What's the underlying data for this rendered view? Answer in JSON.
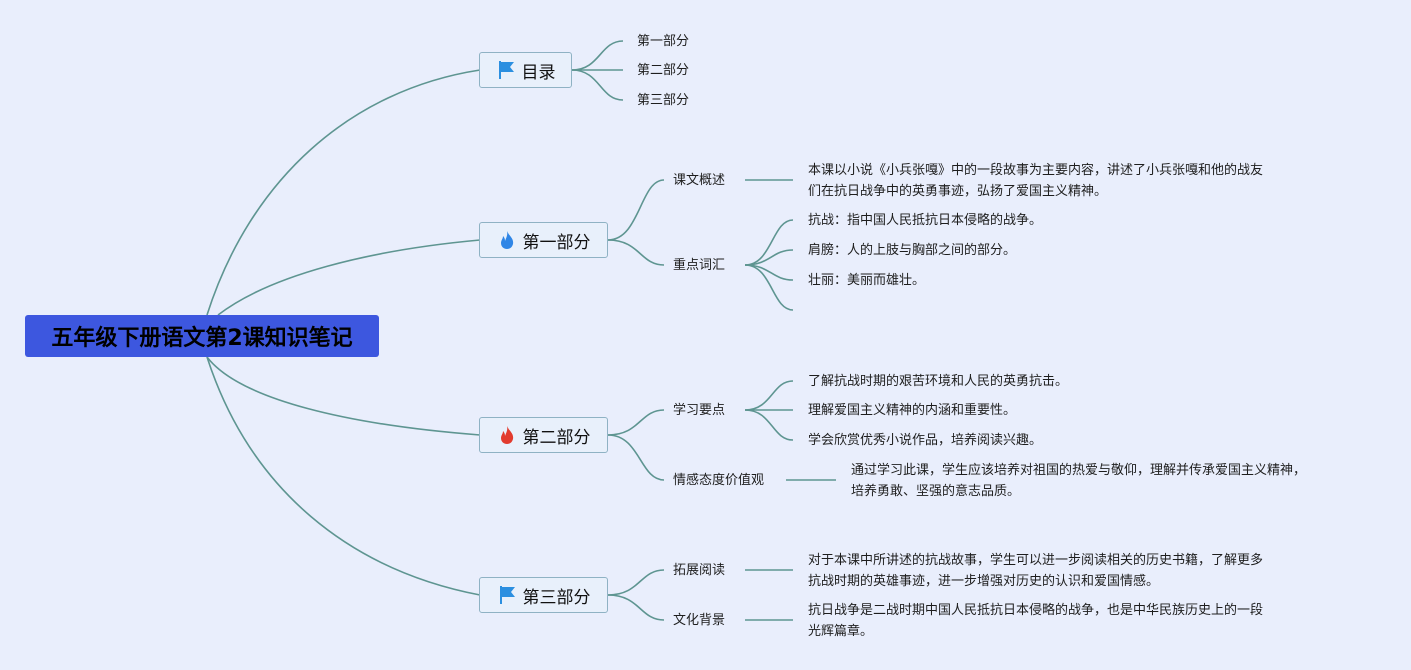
{
  "root": {
    "title": "五年级下册语文第2课知识笔记"
  },
  "mulu": {
    "label": "目录",
    "icon": "blue-flag-icon",
    "items": [
      "第一部分",
      "第二部分",
      "第三部分"
    ]
  },
  "part1": {
    "label": "第一部分",
    "icon": "blue-fire-icon",
    "overview": {
      "label": "课文概述",
      "lines": [
        "本课以小说《小兵张嘎》中的一段故事为主要内容，讲述了小兵张嘎和他的战友",
        "们在抗日战争中的英勇事迹，弘扬了爱国主义精神。"
      ]
    },
    "vocab": {
      "label": "重点词汇",
      "items": [
        "抗战：指中国人民抵抗日本侵略的战争。",
        "肩膀：人的上肢与胸部之间的部分。",
        "壮丽：美丽而雄壮。"
      ]
    }
  },
  "part2": {
    "label": "第二部分",
    "icon": "red-fire-icon",
    "key_points": {
      "label": "学习要点",
      "items": [
        "了解抗战时期的艰苦环境和人民的英勇抗击。",
        "理解爱国主义精神的内涵和重要性。",
        "学会欣赏优秀小说作品，培养阅读兴趣。"
      ]
    },
    "values": {
      "label": "情感态度价值观",
      "lines": [
        "通过学习此课，学生应该培养对祖国的热爱与敬仰，理解并传承爱国主义精神，",
        "培养勇敢、坚强的意志品质。"
      ]
    }
  },
  "part3": {
    "label": "第三部分",
    "icon": "blue-flag-icon",
    "reading": {
      "label": "拓展阅读",
      "lines": [
        "对于本课中所讲述的抗战故事，学生可以进一步阅读相关的历史书籍，了解更多",
        "抗战时期的英雄事迹，进一步增强对历史的认识和爱国情感。"
      ]
    },
    "background": {
      "label": "文化背景",
      "lines": [
        "抗日战争是二战时期中国人民抵抗日本侵略的战争，也是中华民族历史上的一段",
        "光辉篇章。"
      ]
    }
  },
  "colors": {
    "background": "#e9eefc",
    "root_fill": "#3d57df",
    "link": "#5e9591",
    "node_fill": "#e8f0fb",
    "node_border": "#8fb2c4",
    "flag": "#2b8fe0",
    "fire_blue": "#2f86e6",
    "fire_red": "#e23b2e"
  }
}
